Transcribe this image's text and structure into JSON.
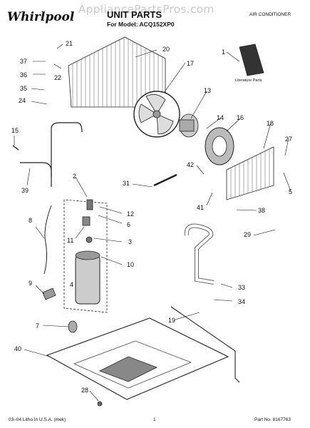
{
  "watermark": "AppliancePartsPros.com",
  "brand": "Whirlpool",
  "header": {
    "title": "UNIT PARTS",
    "model": "For Model: ACQ152XP0",
    "product": "AIR CONDITIONER"
  },
  "literature_label": "Literature Parts",
  "footer": {
    "left": "03–04 Litho In U.S.A. (mek)",
    "page": "1",
    "part_no": "Part No. 8167763"
  },
  "callouts": [
    "1",
    "2",
    "3",
    "4",
    "5",
    "6",
    "7",
    "8",
    "9",
    "10",
    "11",
    "12",
    "13",
    "14",
    "15",
    "16",
    "17",
    "18",
    "19",
    "20",
    "21",
    "22",
    "24",
    "27",
    "28",
    "29",
    "31",
    "33",
    "34",
    "35",
    "36",
    "37",
    "38",
    "39",
    "40",
    "41",
    "42"
  ]
}
